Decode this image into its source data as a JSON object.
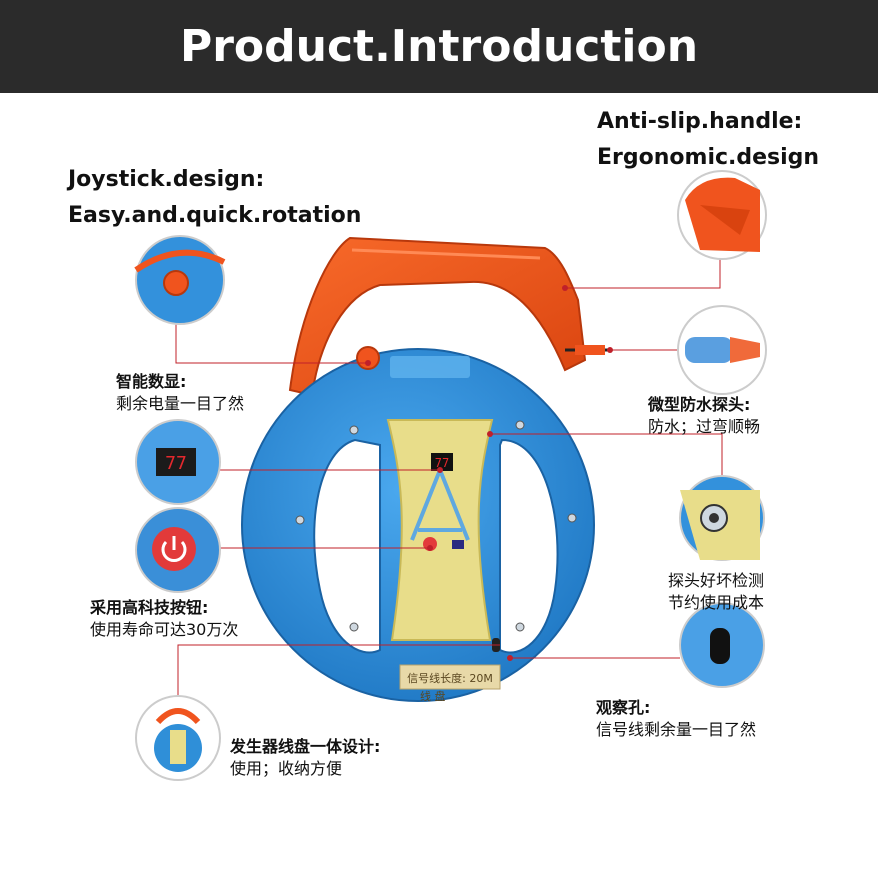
{
  "header": {
    "title": "Product.Introduction"
  },
  "labels": {
    "joystick_line1": "Joystick.design:",
    "joystick_line2": "Easy.and.quick.rotation",
    "handle_line1": "Anti-slip.handle:",
    "handle_line2": "Ergonomic.design",
    "display_title": "智能数显:",
    "display_desc": "剩余电量一目了然",
    "probe_title": "微型防水探头:",
    "probe_desc": "防水；过弯顺畅",
    "check_title": "探头好坏检测",
    "check_desc": "节约使用成本",
    "button_title": "采用高科技按钮:",
    "button_desc": "使用寿命可达30万次",
    "window_title": "观察孔:",
    "window_desc": "信号线剩余量一目了然",
    "integrated_title": "发生器线盘一体设计:",
    "integrated_desc": "使用；收纳方便"
  },
  "device": {
    "display_digits": "77",
    "plate_text": "线 盘",
    "plate_length": "信号线长度: 20M"
  },
  "colors": {
    "reel_blue": "#2f8fd8",
    "handle_orange": "#f0541e",
    "panel_yellow": "#e8dd8a",
    "callout_red": "#c0202a"
  }
}
